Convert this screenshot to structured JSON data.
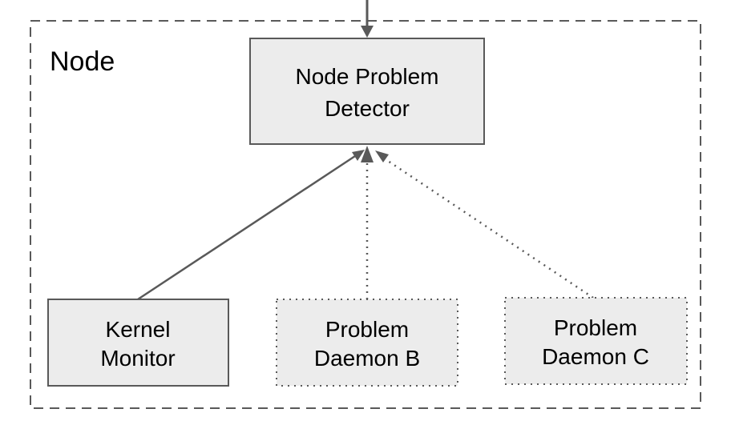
{
  "colors": {
    "box_fill": "#ececec",
    "box_stroke": "#595959",
    "container_stroke": "#595959",
    "arrow": "#595959",
    "text": "#000000",
    "background": "#ffffff"
  },
  "node": {
    "title": "Node"
  },
  "boxes": {
    "detector": {
      "line1": "Node Problem",
      "line2": "Detector",
      "border": "solid"
    },
    "kernel_monitor": {
      "line1": "Kernel",
      "line2": "Monitor",
      "border": "solid"
    },
    "daemon_b": {
      "line1": "Problem",
      "line2": "Daemon B",
      "border": "dotted"
    },
    "daemon_c": {
      "line1": "Problem",
      "line2": "Daemon C",
      "border": "dotted"
    }
  },
  "connections": [
    {
      "from": "external",
      "to": "detector",
      "style": "solid"
    },
    {
      "from": "kernel_monitor",
      "to": "detector",
      "style": "solid"
    },
    {
      "from": "daemon_b",
      "to": "detector",
      "style": "dotted"
    },
    {
      "from": "daemon_c",
      "to": "detector",
      "style": "dotted"
    }
  ]
}
